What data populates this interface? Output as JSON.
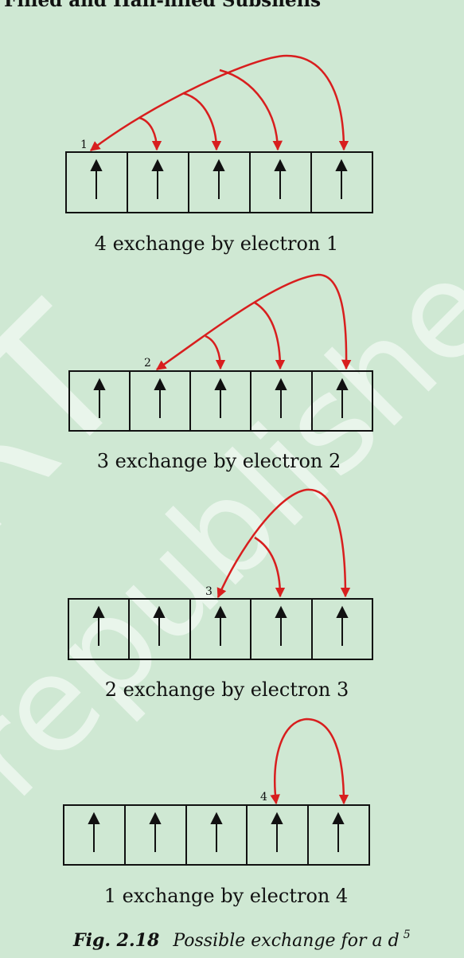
{
  "header_text": "Filled and Half-filled Subshells",
  "diagrams": [
    {
      "electron_label": "1",
      "caption": "4 exchange by electron 1",
      "arrow_symbol": "↑",
      "exchange_count": 4
    },
    {
      "electron_label": "2",
      "caption": "3 exchange by electron 2",
      "arrow_symbol": "↑",
      "exchange_count": 3
    },
    {
      "electron_label": "3",
      "caption": "2 exchange by electron 3",
      "arrow_symbol": "↑",
      "exchange_count": 2
    },
    {
      "electron_label": "4",
      "caption": "1 exchange by electron 4",
      "arrow_symbol": "↑",
      "exchange_count": 1
    }
  ],
  "figure": {
    "label": "Fig. 2.18",
    "text": "Possible exchange for a d",
    "superscript": "5"
  },
  "watermark": {
    "line1": "RT",
    "line2": "republished"
  },
  "colors": {
    "background": "#cfe8d3",
    "exchange_arrow": "#d81e1e",
    "box_stroke": "#111111"
  }
}
